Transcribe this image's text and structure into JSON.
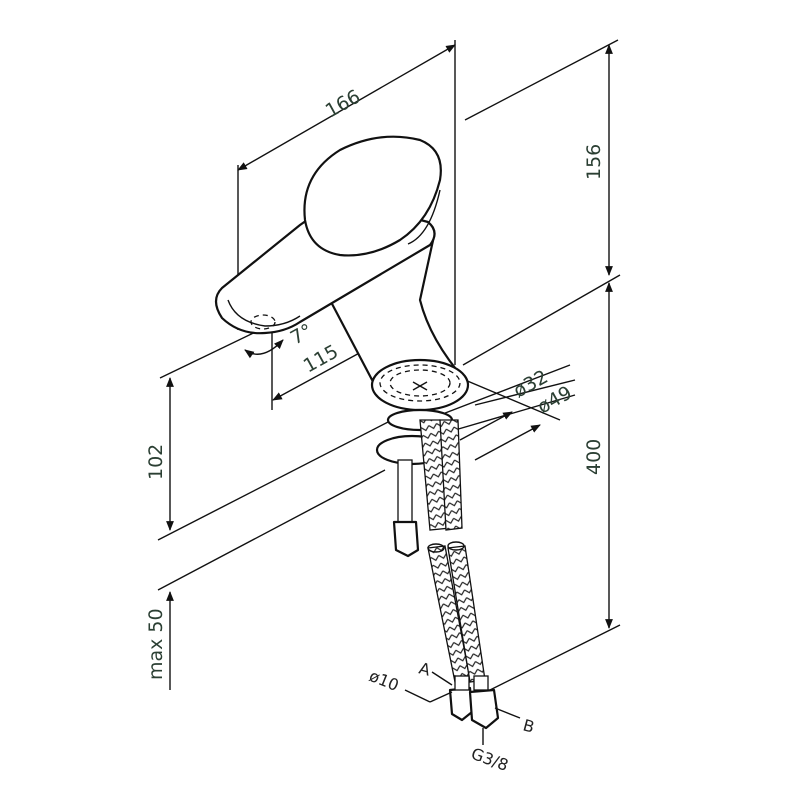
{
  "diagram": {
    "subject": "Single-lever basin mixer tap – dimensional drawing",
    "colors": {
      "line": "#111111",
      "dimension_text": "#2b3f33",
      "background": "#ffffff"
    },
    "dimensions": {
      "overall_depth": "166",
      "spout_height": "156",
      "total_height_to_hose_end": "400",
      "spout_reach": "115",
      "spout_angle": "7°",
      "body_below_deck": "102",
      "max_deck_thickness": "max 50",
      "hole_diameter": "ø32",
      "base_diameter": "ø49",
      "hose_diameter": "ø10",
      "thread": "G3/8"
    },
    "labels": {
      "hose_a": "A",
      "hose_b": "B"
    }
  }
}
